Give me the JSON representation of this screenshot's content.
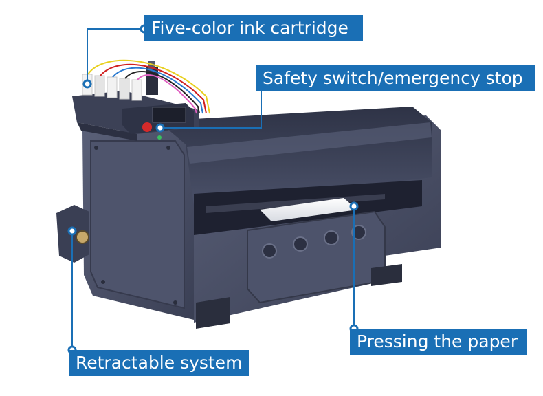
{
  "callouts": {
    "ink_cartridge": "Five-color ink cartridge",
    "safety_switch": "Safety switch/emergency stop",
    "pressing_paper": "Pressing the paper",
    "retractable_system": "Retractable system"
  },
  "colors": {
    "callout_bg": "#1a6fb5",
    "callout_text": "#ffffff",
    "leader_line": "#1a6fb5",
    "printer_body": "#4a5068",
    "emergency_stop": "#d42a2a"
  },
  "icons": {
    "leader_dot": "circle-dot",
    "stop_button": "emergency-stop-button"
  }
}
